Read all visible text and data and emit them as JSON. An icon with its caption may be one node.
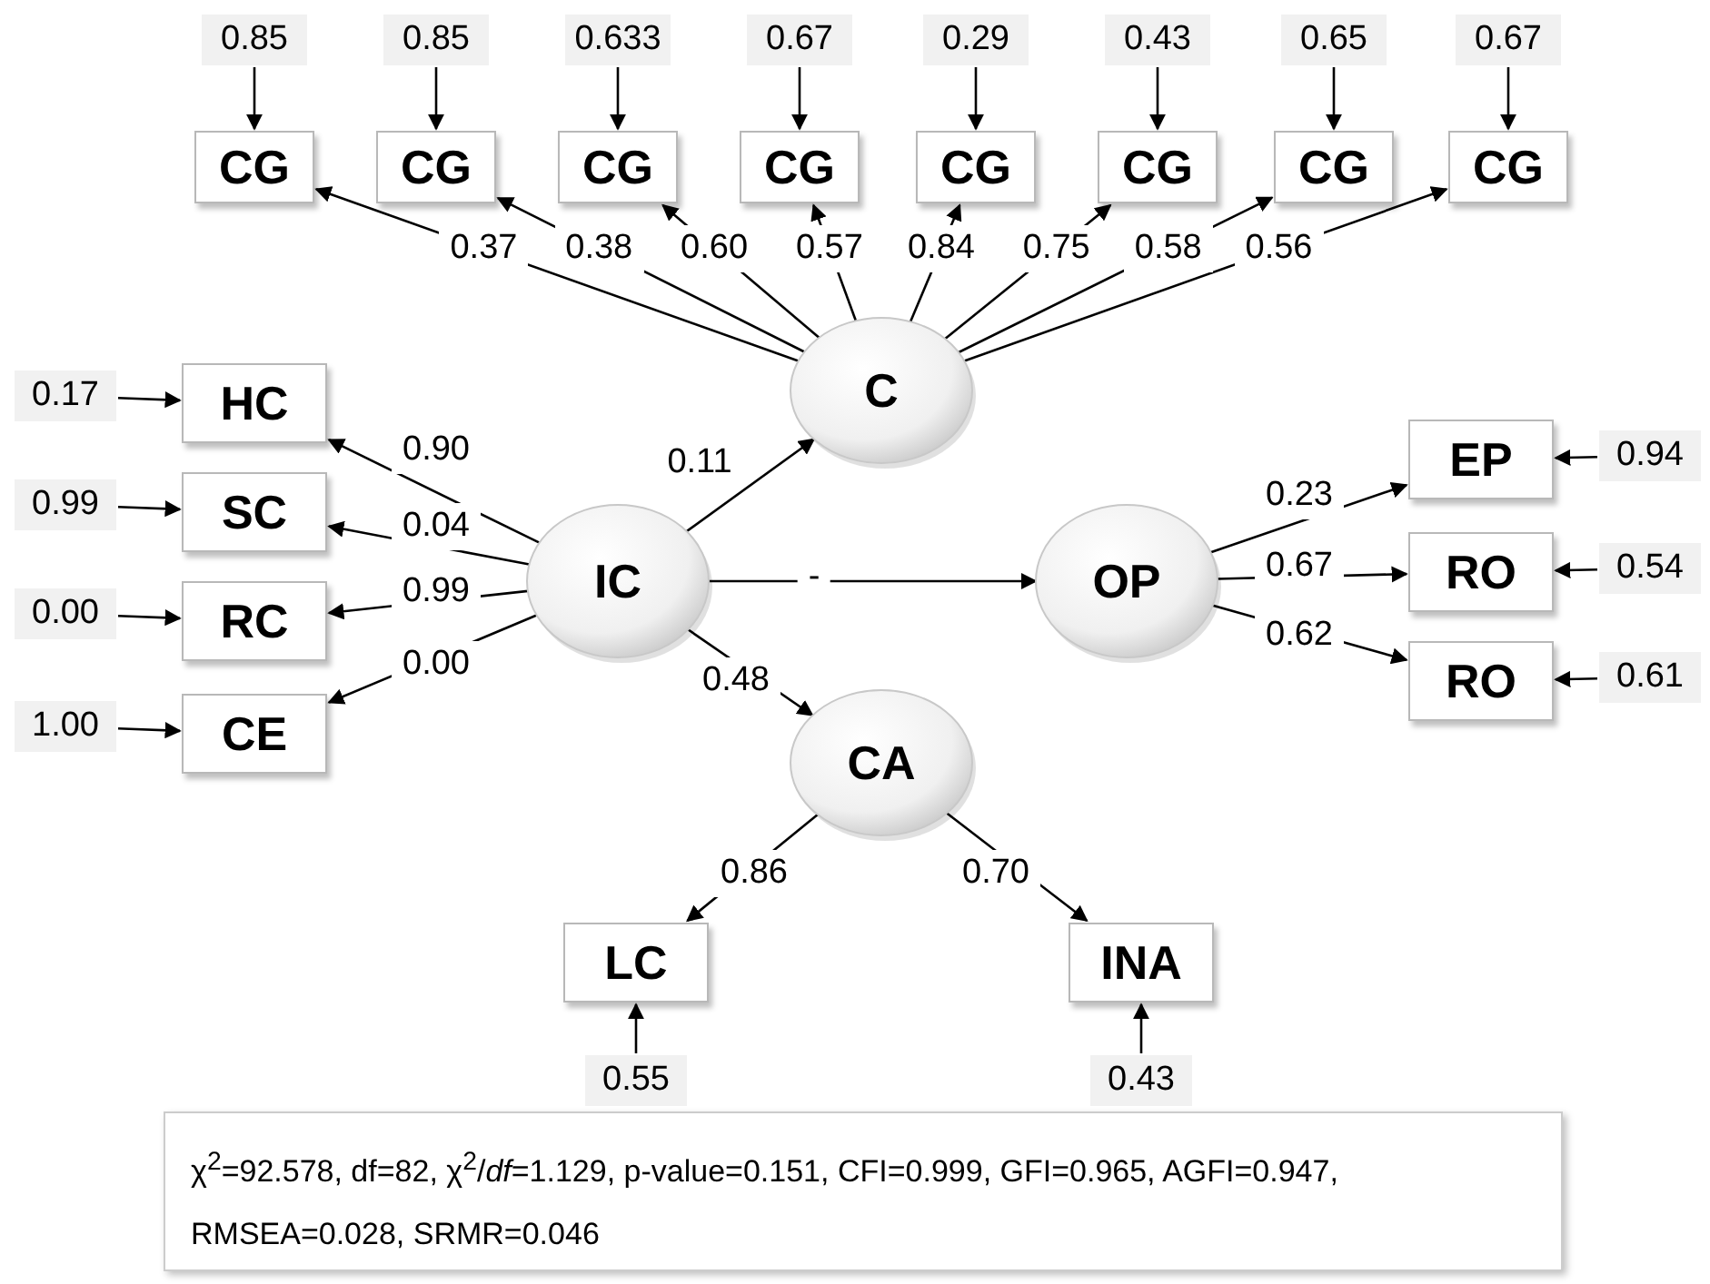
{
  "diagram": {
    "caption": "χ$^{2}$=92.578, df=82, χ$^{2}$/*df*=1.129, p-value=0.151, CFI=0.999, GFI=0.965, AGFI=0.947, RMSEA=0.028, SRMR=0.046",
    "nodes": [
      {
        "text": [
          "CG"
        ]
      },
      {
        "text": [
          "CG"
        ]
      },
      {
        "text": [
          "CG"
        ]
      },
      {
        "text": [
          "CG"
        ]
      },
      {
        "text": [
          "CG"
        ]
      },
      {
        "text": [
          "CG"
        ]
      },
      {
        "text": [
          "CG"
        ]
      },
      {
        "text": [
          "CG"
        ]
      },
      {
        "text": [
          "C"
        ]
      },
      {
        "text": [
          "HC"
        ]
      },
      {
        "text": [
          "SC"
        ]
      },
      {
        "text": [
          "RC"
        ]
      },
      {
        "text": [
          "CE"
        ]
      },
      {
        "text": [
          "IC"
        ]
      },
      {
        "text": [
          "OP"
        ]
      },
      {
        "text": [
          "EP"
        ]
      },
      {
        "text": [
          "RO"
        ]
      },
      {
        "text": [
          "RO"
        ]
      },
      {
        "text": [
          "CA"
        ]
      },
      {
        "text": [
          "LC"
        ]
      },
      {
        "text": [
          "INA"
        ]
      },
      {
        "text": [
          "0.85"
        ]
      },
      {
        "text": [
          "0.85"
        ]
      },
      {
        "text": [
          "0.633"
        ]
      },
      {
        "text": [
          "0.67"
        ]
      },
      {
        "text": [
          "0.29"
        ]
      },
      {
        "text": [
          "0.43"
        ]
      },
      {
        "text": [
          "0.65"
        ]
      },
      {
        "text": [
          "0.67"
        ]
      },
      {
        "text": [
          "0.17"
        ]
      },
      {
        "text": [
          "0.99"
        ]
      },
      {
        "text": [
          "0.00"
        ]
      },
      {
        "text": [
          "1.00"
        ]
      },
      {
        "text": [
          "0.94"
        ]
      },
      {
        "text": [
          "0.54"
        ]
      },
      {
        "text": [
          "0.61"
        ]
      },
      {
        "text": [
          "0.55"
        ]
      },
      {
        "text": [
          "0.43"
        ]
      }
    ],
    "edges": [
      {
        "from": 8,
        "to": 0,
        "arrow": "to",
        "label": "0.37"
      },
      {
        "from": 8,
        "to": 1,
        "arrow": "to",
        "label": "0.38"
      },
      {
        "from": 8,
        "to": 2,
        "arrow": "to",
        "label": "0.60"
      },
      {
        "from": 8,
        "to": 3,
        "arrow": "to",
        "label": "0.57"
      },
      {
        "from": 8,
        "to": 4,
        "arrow": "to",
        "label": "0.84"
      },
      {
        "from": 8,
        "to": 5,
        "arrow": "to",
        "label": "0.75"
      },
      {
        "from": 8,
        "to": 6,
        "arrow": "to",
        "label": "0.58"
      },
      {
        "from": 8,
        "to": 7,
        "arrow": "to",
        "label": "0.56"
      },
      {
        "from": 13,
        "to": 9,
        "arrow": "to",
        "label": "0.90"
      },
      {
        "from": 13,
        "to": 10,
        "arrow": "to",
        "label": "0.04"
      },
      {
        "from": 13,
        "to": 11,
        "arrow": "to",
        "label": "0.99"
      },
      {
        "from": 13,
        "to": 12,
        "arrow": "to",
        "label": "0.00"
      },
      {
        "from": 13,
        "to": 8,
        "arrow": "to",
        "label": "0.11"
      },
      {
        "from": 13,
        "to": 14,
        "arrow": "to",
        "label": "-"
      },
      {
        "from": 13,
        "to": 18,
        "arrow": "to",
        "label": "0.48"
      },
      {
        "from": 14,
        "to": 15,
        "arrow": "to",
        "label": "0.23"
      },
      {
        "from": 14,
        "to": 16,
        "arrow": "to",
        "label": "0.67"
      },
      {
        "from": 14,
        "to": 17,
        "arrow": "to",
        "label": "0.62"
      },
      {
        "from": 18,
        "to": 19,
        "arrow": "to",
        "label": "0.86"
      },
      {
        "from": 18,
        "to": 20,
        "arrow": "to",
        "label": "0.70"
      },
      {
        "from": 21,
        "to": 0,
        "arrow": "to"
      },
      {
        "from": 22,
        "to": 1,
        "arrow": "to"
      },
      {
        "from": 23,
        "to": 2,
        "arrow": "to"
      },
      {
        "from": 24,
        "to": 3,
        "arrow": "to"
      },
      {
        "from": 25,
        "to": 4,
        "arrow": "to"
      },
      {
        "from": 26,
        "to": 5,
        "arrow": "to"
      },
      {
        "from": 27,
        "to": 6,
        "arrow": "to"
      },
      {
        "from": 28,
        "to": 7,
        "arrow": "to"
      },
      {
        "from": 29,
        "to": 9,
        "arrow": "to"
      },
      {
        "from": 30,
        "to": 10,
        "arrow": "to"
      },
      {
        "from": 31,
        "to": 11,
        "arrow": "to"
      },
      {
        "from": 32,
        "to": 12,
        "arrow": "to"
      },
      {
        "from": 33,
        "to": 15,
        "arrow": "to"
      },
      {
        "from": 34,
        "to": 16,
        "arrow": "to"
      },
      {
        "from": 35,
        "to": 17,
        "arrow": "to"
      },
      {
        "from": 36,
        "to": 19,
        "arrow": "to"
      },
      {
        "from": 37,
        "to": 20,
        "arrow": "to"
      }
    ]
  }
}
